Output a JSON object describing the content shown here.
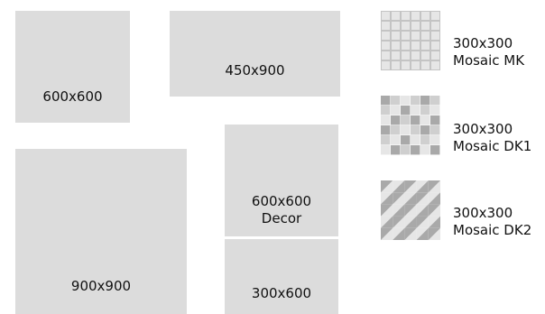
{
  "tiles": [
    {
      "label": "600x600"
    },
    {
      "label": "450x900"
    },
    {
      "label": "600x600\nDecor"
    },
    {
      "label": "900x900"
    },
    {
      "label": "300x600"
    }
  ],
  "mosaics": [
    {
      "label": "300x300\nMosaic MK",
      "icon": "grid-mosaic-icon"
    },
    {
      "label": "300x300\nMosaic DK1",
      "icon": "checker-mosaic-icon"
    },
    {
      "label": "300x300\nMosaic DK2",
      "icon": "triangle-mosaic-icon"
    }
  ],
  "colors": {
    "tile": "#dcdcdc",
    "mosaic_light": "#e6e6e6",
    "mosaic_mid": "#cfcfcf",
    "mosaic_dark": "#a9a9a9",
    "text": "#111111"
  }
}
